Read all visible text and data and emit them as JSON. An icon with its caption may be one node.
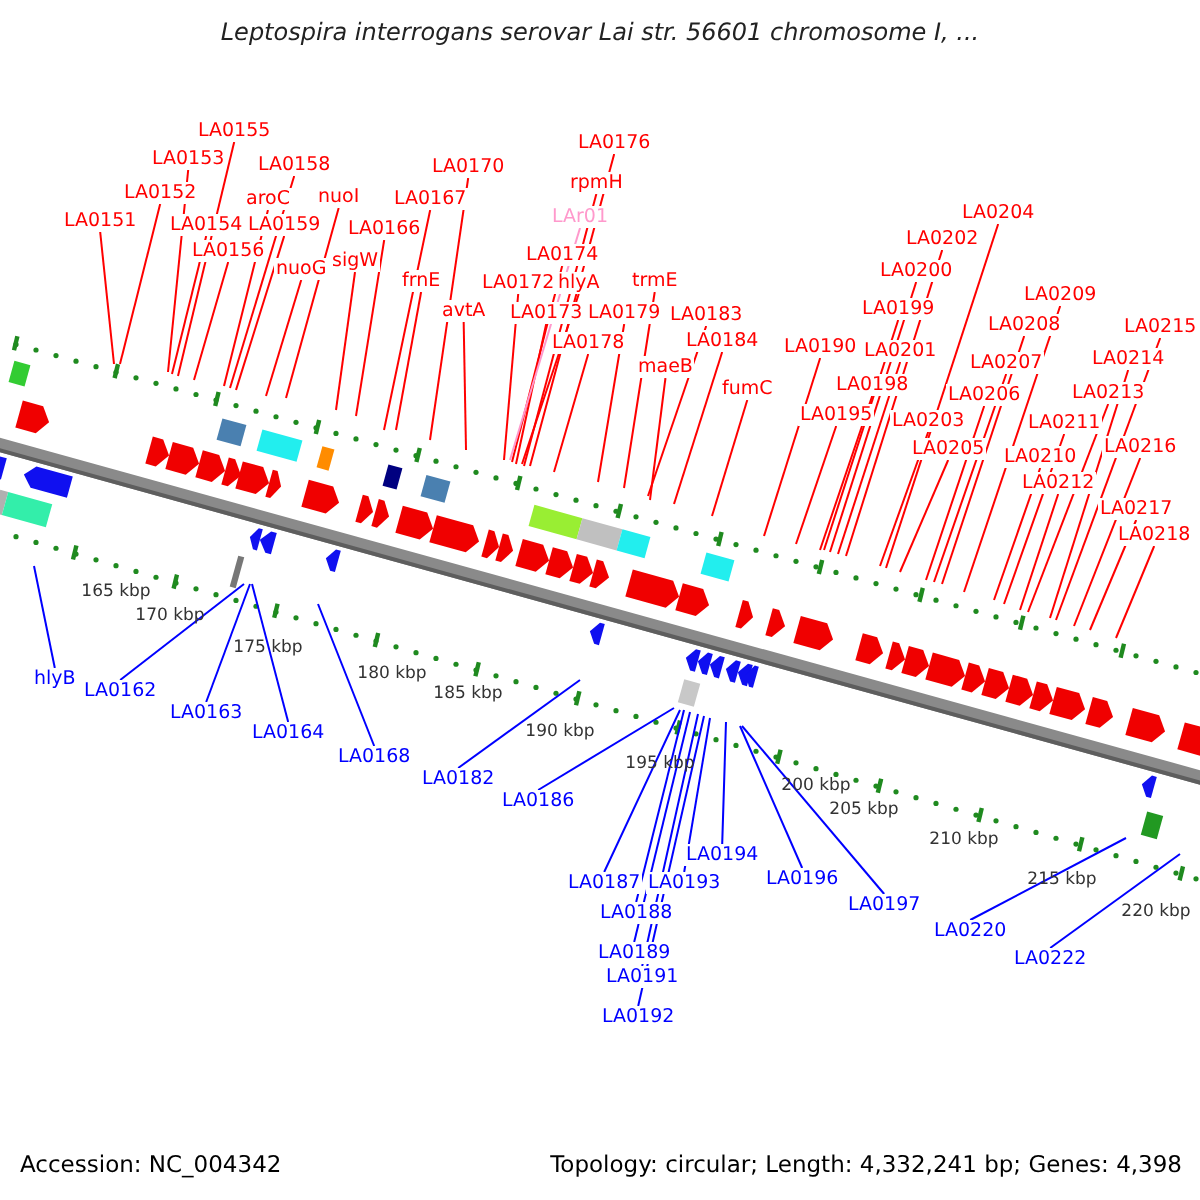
{
  "diagram": {
    "title": "Leptospira interrogans serovar Lai str. 56601 chromosome I, ...",
    "nodes": [
      {
        "text": [
          "LA0151"
        ]
      },
      {
        "text": [
          "LA0152"
        ]
      },
      {
        "text": [
          "LA0153"
        ]
      },
      {
        "text": [
          "LA0154"
        ]
      },
      {
        "text": [
          "LA0155"
        ]
      },
      {
        "text": [
          "LA0156"
        ]
      },
      {
        "text": [
          "aroC"
        ]
      },
      {
        "text": [
          "LA0158"
        ]
      },
      {
        "text": [
          "LA0159"
        ]
      },
      {
        "text": [
          "nuoI"
        ]
      },
      {
        "text": [
          "nuoG"
        ]
      },
      {
        "text": [
          "sigW"
        ]
      },
      {
        "text": [
          "LA0166"
        ]
      },
      {
        "text": [
          "LA0167"
        ]
      },
      {
        "text": [
          "frnE"
        ]
      },
      {
        "text": [
          "LA0170"
        ]
      },
      {
        "text": [
          "avtA"
        ]
      },
      {
        "text": [
          "LA0172"
        ]
      },
      {
        "text": [
          "LA0173"
        ]
      },
      {
        "text": [
          "LA0174"
        ]
      },
      {
        "text": [
          "hlyA"
        ]
      },
      {
        "text": [
          "LAr01"
        ]
      },
      {
        "text": [
          "rpmH"
        ]
      },
      {
        "text": [
          "LA0176"
        ]
      },
      {
        "text": [
          "LA0178"
        ]
      },
      {
        "text": [
          "LA0179"
        ]
      },
      {
        "text": [
          "trmE"
        ]
      },
      {
        "text": [
          "LA0183"
        ]
      },
      {
        "text": [
          "maeB"
        ]
      },
      {
        "text": [
          "LA0184"
        ]
      },
      {
        "text": [
          "fumC"
        ]
      },
      {
        "text": [
          "LA0190"
        ]
      },
      {
        "text": [
          "LA0195"
        ]
      },
      {
        "text": [
          "LA0198"
        ]
      },
      {
        "text": [
          "LA0199"
        ]
      },
      {
        "text": [
          "LA0200"
        ]
      },
      {
        "text": [
          "LA0201"
        ]
      },
      {
        "text": [
          "LA0202"
        ]
      },
      {
        "text": [
          "LA0203"
        ]
      },
      {
        "text": [
          "LA0204"
        ]
      },
      {
        "text": [
          "LA0205"
        ]
      },
      {
        "text": [
          "LA0206"
        ]
      },
      {
        "text": [
          "LA0207"
        ]
      },
      {
        "text": [
          "LA0208"
        ]
      },
      {
        "text": [
          "LA0209"
        ]
      },
      {
        "text": [
          "LA0210"
        ]
      },
      {
        "text": [
          "LA0211"
        ]
      },
      {
        "text": [
          "LA0212"
        ]
      },
      {
        "text": [
          "LA0213"
        ]
      },
      {
        "text": [
          "LA0214"
        ]
      },
      {
        "text": [
          "LA0215"
        ]
      },
      {
        "text": [
          "LA0216"
        ]
      },
      {
        "text": [
          "LA0217"
        ]
      },
      {
        "text": [
          "LA0218"
        ]
      },
      {
        "text": [
          "hlyB"
        ]
      },
      {
        "text": [
          "LA0162"
        ]
      },
      {
        "text": [
          "LA0163"
        ]
      },
      {
        "text": [
          "LA0164"
        ]
      },
      {
        "text": [
          "LA0168"
        ]
      },
      {
        "text": [
          "LA0182"
        ]
      },
      {
        "text": [
          "LA0186"
        ]
      },
      {
        "text": [
          "LA0187"
        ]
      },
      {
        "text": [
          "LA0188"
        ]
      },
      {
        "text": [
          "LA0189"
        ]
      },
      {
        "text": [
          "LA0191"
        ]
      },
      {
        "text": [
          "LA0192"
        ]
      },
      {
        "text": [
          "LA0193"
        ]
      },
      {
        "text": [
          "LA0194"
        ]
      },
      {
        "text": [
          "LA0196"
        ]
      },
      {
        "text": [
          "LA0197"
        ]
      },
      {
        "text": [
          "LA0220"
        ]
      },
      {
        "text": [
          "LA0222"
        ]
      }
    ],
    "edges": [
      {
        "from": 0,
        "to": null,
        "arrow": "none"
      },
      {
        "from": 1,
        "to": null,
        "arrow": "none"
      },
      {
        "from": 2,
        "to": null,
        "arrow": "none"
      },
      {
        "from": 3,
        "to": null,
        "arrow": "none"
      },
      {
        "from": 4,
        "to": null,
        "arrow": "none"
      },
      {
        "from": 5,
        "to": null,
        "arrow": "none"
      },
      {
        "from": 6,
        "to": null,
        "arrow": "none"
      },
      {
        "from": 7,
        "to": null,
        "arrow": "none"
      },
      {
        "from": 8,
        "to": null,
        "arrow": "none"
      },
      {
        "from": 9,
        "to": null,
        "arrow": "none"
      },
      {
        "from": 10,
        "to": null,
        "arrow": "none"
      },
      {
        "from": 11,
        "to": null,
        "arrow": "none"
      },
      {
        "from": 12,
        "to": null,
        "arrow": "none"
      },
      {
        "from": 13,
        "to": null,
        "arrow": "none"
      },
      {
        "from": 14,
        "to": null,
        "arrow": "none"
      },
      {
        "from": 15,
        "to": null,
        "arrow": "none"
      },
      {
        "from": 16,
        "to": null,
        "arrow": "none"
      },
      {
        "from": 17,
        "to": null,
        "arrow": "none"
      },
      {
        "from": 18,
        "to": null,
        "arrow": "none"
      },
      {
        "from": 19,
        "to": null,
        "arrow": "none"
      },
      {
        "from": 20,
        "to": null,
        "arrow": "none"
      },
      {
        "from": 21,
        "to": null,
        "arrow": "none",
        "color": "#ff99cc"
      },
      {
        "from": 22,
        "to": null,
        "arrow": "none"
      },
      {
        "from": 23,
        "to": null,
        "arrow": "none"
      },
      {
        "from": 24,
        "to": null,
        "arrow": "none"
      },
      {
        "from": 25,
        "to": null,
        "arrow": "none"
      },
      {
        "from": 26,
        "to": null,
        "arrow": "none"
      },
      {
        "from": 27,
        "to": null,
        "arrow": "none"
      },
      {
        "from": 28,
        "to": null,
        "arrow": "none"
      },
      {
        "from": 29,
        "to": null,
        "arrow": "none"
      },
      {
        "from": 30,
        "to": null,
        "arrow": "none"
      },
      {
        "from": 31,
        "to": null,
        "arrow": "none"
      },
      {
        "from": 32,
        "to": null,
        "arrow": "none"
      },
      {
        "from": 33,
        "to": null,
        "arrow": "none"
      },
      {
        "from": 34,
        "to": null,
        "arrow": "none"
      },
      {
        "from": 35,
        "to": null,
        "arrow": "none"
      },
      {
        "from": 36,
        "to": null,
        "arrow": "none"
      },
      {
        "from": 37,
        "to": null,
        "arrow": "none"
      },
      {
        "from": 38,
        "to": null,
        "arrow": "none"
      },
      {
        "from": 39,
        "to": null,
        "arrow": "none"
      },
      {
        "from": 40,
        "to": null,
        "arrow": "none"
      },
      {
        "from": 41,
        "to": null,
        "arrow": "none"
      },
      {
        "from": 42,
        "to": null,
        "arrow": "none"
      },
      {
        "from": 43,
        "to": null,
        "arrow": "none"
      },
      {
        "from": 44,
        "to": null,
        "arrow": "none"
      },
      {
        "from": 45,
        "to": null,
        "arrow": "none"
      },
      {
        "from": 46,
        "to": null,
        "arrow": "none"
      },
      {
        "from": 47,
        "to": null,
        "arrow": "none"
      },
      {
        "from": 48,
        "to": null,
        "arrow": "none"
      },
      {
        "from": 49,
        "to": null,
        "arrow": "none"
      },
      {
        "from": 50,
        "to": null,
        "arrow": "none"
      },
      {
        "from": 51,
        "to": null,
        "arrow": "none"
      },
      {
        "from": 52,
        "to": null,
        "arrow": "none"
      },
      {
        "from": 53,
        "to": null,
        "arrow": "none"
      },
      {
        "from": 54,
        "to": null,
        "arrow": "none",
        "color": "#0000ff"
      },
      {
        "from": 55,
        "to": null,
        "arrow": "none",
        "color": "#0000ff"
      },
      {
        "from": 56,
        "to": null,
        "arrow": "none",
        "color": "#0000ff"
      },
      {
        "from": 57,
        "to": null,
        "arrow": "none",
        "color": "#0000ff"
      },
      {
        "from": 58,
        "to": null,
        "arrow": "none",
        "color": "#0000ff"
      },
      {
        "from": 59,
        "to": null,
        "arrow": "none",
        "color": "#0000ff"
      },
      {
        "from": 60,
        "to": null,
        "arrow": "none",
        "color": "#0000ff"
      },
      {
        "from": 61,
        "to": null,
        "arrow": "none",
        "color": "#0000ff"
      },
      {
        "from": 62,
        "to": null,
        "arrow": "none",
        "color": "#0000ff"
      },
      {
        "from": 63,
        "to": null,
        "arrow": "none",
        "color": "#0000ff"
      },
      {
        "from": 64,
        "to": null,
        "arrow": "none",
        "color": "#0000ff"
      },
      {
        "from": 65,
        "to": null,
        "arrow": "none",
        "color": "#0000ff"
      },
      {
        "from": 66,
        "to": null,
        "arrow": "none",
        "color": "#0000ff"
      },
      {
        "from": 67,
        "to": null,
        "arrow": "none",
        "color": "#0000ff"
      },
      {
        "from": 68,
        "to": null,
        "arrow": "none",
        "color": "#0000ff"
      },
      {
        "from": 69,
        "to": null,
        "arrow": "none",
        "color": "#0000ff"
      },
      {
        "from": 70,
        "to": null,
        "arrow": "none",
        "color": "#0000ff"
      },
      {
        "from": 71,
        "to": null,
        "arrow": "none",
        "color": "#0000ff"
      }
    ],
    "labels": [
      "165 kbp",
      "170 kbp",
      "175 kbp",
      "180 kbp",
      "185 kbp",
      "190 kbp",
      "195 kbp",
      "200 kbp",
      "205 kbp",
      "210 kbp",
      "215 kbp",
      "220 kbp",
      "Accession: NC_004342",
      "Topology: circular; Length: 4,332,241 bp; Genes: 4,398"
    ]
  }
}
